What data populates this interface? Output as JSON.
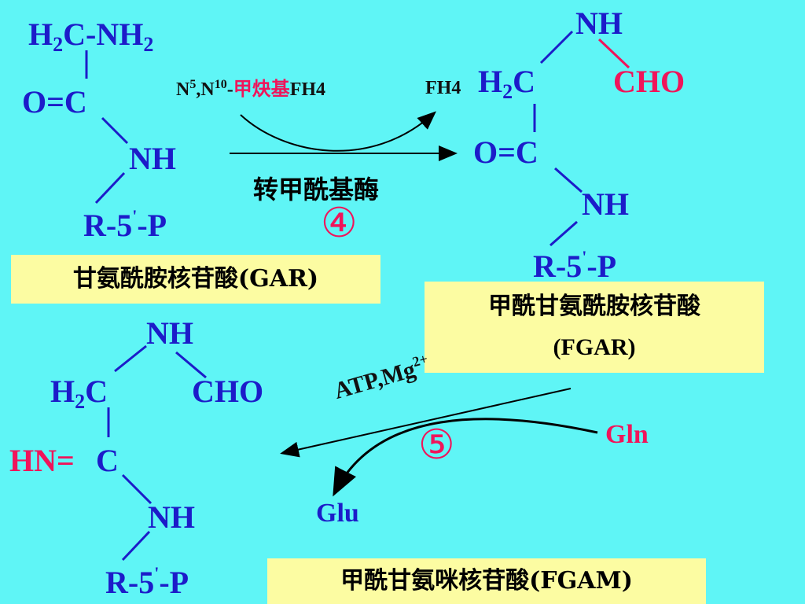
{
  "gar": {
    "ch2nh2": {
      "h": "H",
      "sub1": "2",
      "c_nh": "C-NH",
      "sub2": "2"
    },
    "oc": "O=C",
    "nh": "NH",
    "r": {
      "a": "R-5",
      "prime": "'",
      "b": "-P"
    },
    "label": "甘氨酰胺核苷酸(GAR)"
  },
  "reaction4": {
    "cofactor_prefix": {
      "n5": "N",
      "sup5": "5",
      "comma": ",N",
      "sup10": "10",
      "dash": "-"
    },
    "cofactor_red": "甲炔基",
    "cofactor_suffix": "FH4",
    "product_cofactor": "FH4",
    "enzyme": "转甲酰基酶",
    "step": "④"
  },
  "fgar": {
    "nh": "NH",
    "cho": "CHO",
    "h2c": {
      "h": "H",
      "sub": "2",
      "c": "C"
    },
    "oc": "O=C",
    "nh2": "NH",
    "r": {
      "a": "R-5",
      "prime": "'",
      "b": "-P"
    },
    "label_line1": "甲酰甘氨酰胺核苷酸",
    "label_line2": "(FGAR)"
  },
  "reaction5": {
    "cofactor": {
      "base": "ATP,Mg",
      "sup": "2+"
    },
    "gln": "Gln",
    "glu": "Glu",
    "step": "⑤"
  },
  "fgam": {
    "nh": "NH",
    "h2c": {
      "h": "H",
      "sub": "2",
      "c": "C"
    },
    "cho": "CHO",
    "hn": "HN=",
    "c": "C",
    "nh2": "NH",
    "r": {
      "a": "R-5",
      "prime": "'",
      "b": "-P"
    },
    "label": "甲酰甘氨咪核苷酸(FGAM)"
  },
  "colors": {
    "background": "#5ff5f6",
    "structure": "#1c1cc9",
    "accent": "#f0145a",
    "label_bg": "#fcfca2"
  }
}
